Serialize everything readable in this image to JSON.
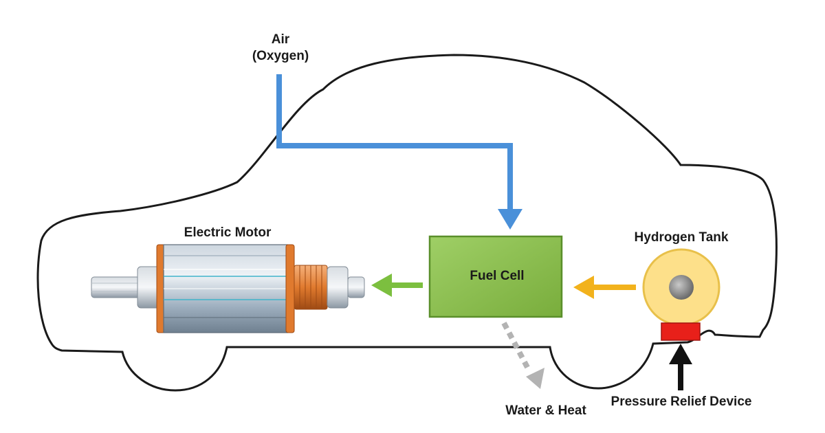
{
  "labels": {
    "air_line1": "Air",
    "air_line2": "(Oxygen)",
    "electric_motor": "Electric Motor",
    "fuel_cell": "Fuel Cell",
    "hydrogen_tank": "Hydrogen Tank",
    "water_heat": "Water & Heat",
    "pressure_relief": "Pressure Relief Device"
  },
  "colors": {
    "air_flow": "#4a90d9",
    "hydrogen_flow": "#f2b21c",
    "electric_flow": "#7cbf3f",
    "fuel_cell_fill": "#8cc152",
    "fuel_cell_border": "#5a8f2a",
    "tank_fill": "#fde08a",
    "tank_border": "#e8c04a",
    "relief_device": "#e8201a",
    "exhaust_flow": "#b3b3b3",
    "motor_copper": "#e07a2e"
  }
}
